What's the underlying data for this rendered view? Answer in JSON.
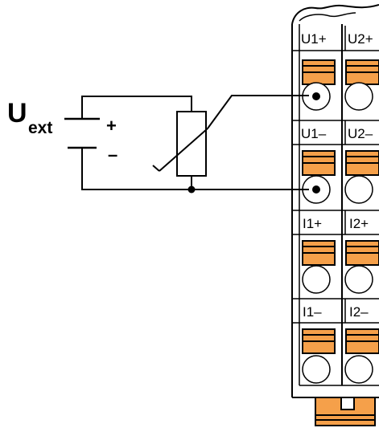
{
  "source": {
    "symbol": "U",
    "subscript": "ext",
    "plus": "+",
    "minus": "–"
  },
  "terminals": {
    "row1": [
      "U1+",
      "U2+"
    ],
    "row2": [
      "U1–",
      "U2–"
    ],
    "row3": [
      "I1+",
      "I2+"
    ],
    "row4": [
      "I1–",
      "I2–"
    ]
  },
  "colors": {
    "wire": "#000000",
    "spring_clamp": "#f5a04a",
    "housing_fill": "#ffffff",
    "housing_stroke": "#000000"
  },
  "components": [
    "battery-symbol",
    "variable-resistor",
    "terminal-block"
  ]
}
